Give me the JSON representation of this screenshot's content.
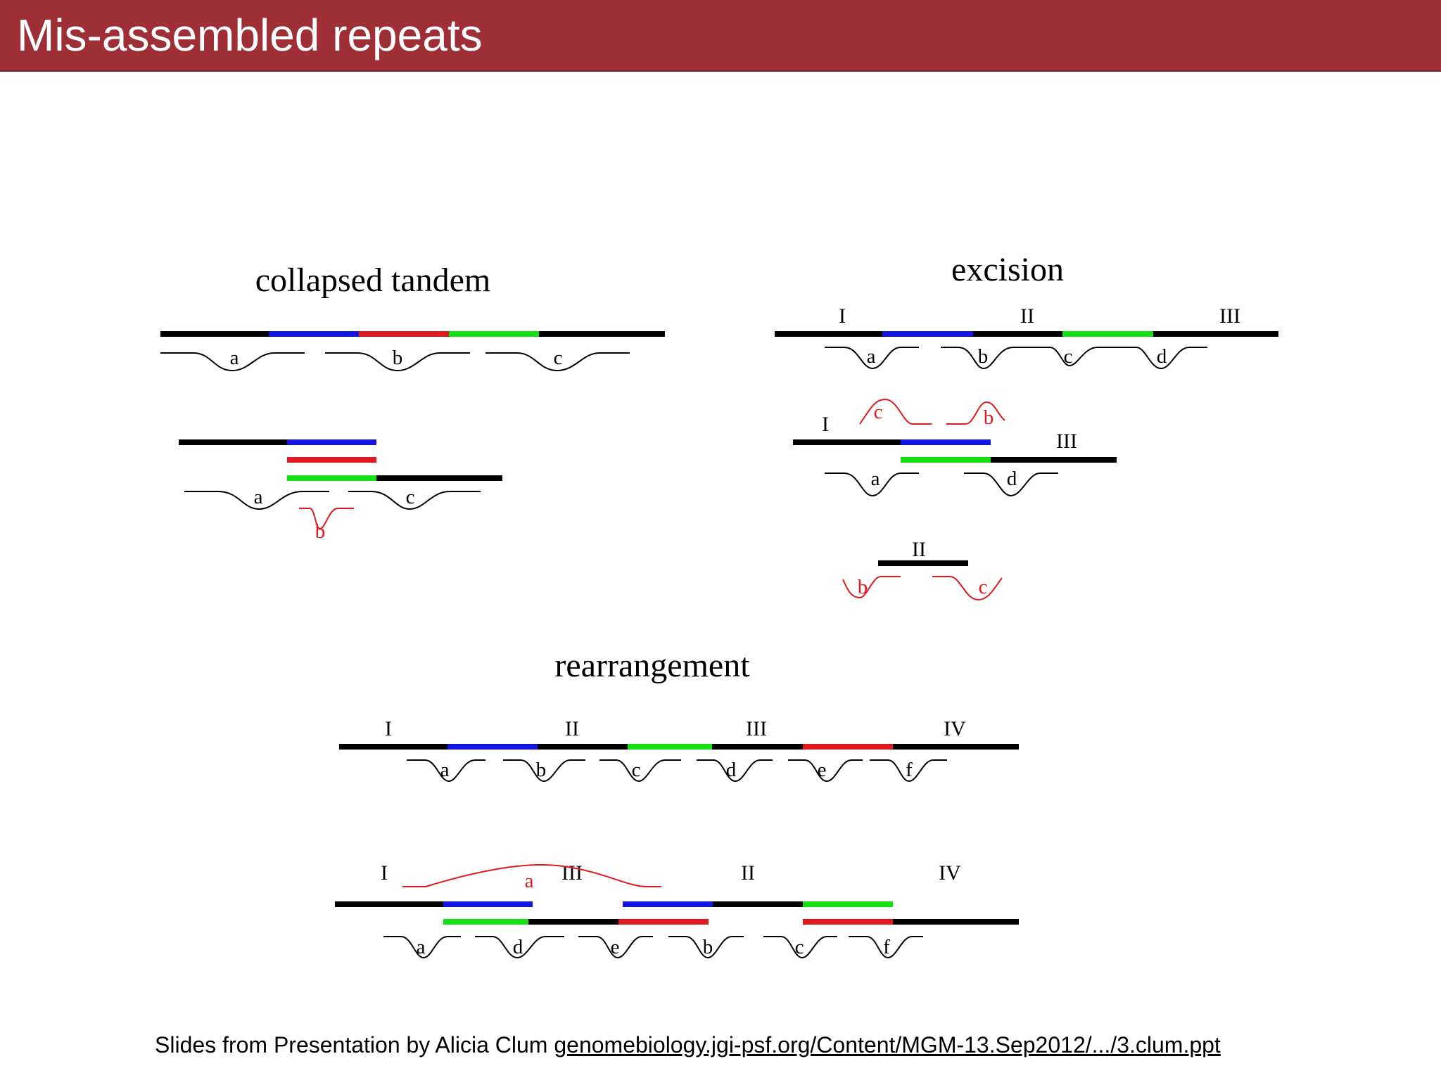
{
  "slide": {
    "title": "Mis-assembled repeats"
  },
  "colors": {
    "title_bar": "#9e2f37",
    "black": "#000000",
    "blue": "#1414e0",
    "red": "#e0191e",
    "green": "#14e014"
  },
  "sections": {
    "collapsed": {
      "title": "collapsed tandem",
      "reads_top": [
        "a",
        "b",
        "c"
      ],
      "reads_bottom": [
        "a",
        "c"
      ],
      "red_read": "b"
    },
    "excision": {
      "title": "excision",
      "regions_top": [
        "I",
        "II",
        "III"
      ],
      "reads_top": [
        "a",
        "b",
        "c",
        "d"
      ],
      "region_mid_left": "I",
      "region_mid_right": "III",
      "red_reads_mid": [
        "c",
        "b"
      ],
      "reads_mid": [
        "a",
        "d"
      ],
      "region_bottom": "II",
      "red_reads_bottom": [
        "b",
        "c"
      ]
    },
    "rearrangement": {
      "title": "rearrangement",
      "regions_top": [
        "I",
        "II",
        "III",
        "IV"
      ],
      "reads_top": [
        "a",
        "b",
        "c",
        "d",
        "e",
        "f"
      ],
      "regions_bottom": [
        "I",
        "III",
        "II",
        "IV"
      ],
      "red_read": "a",
      "reads_bottom": [
        "a",
        "d",
        "e",
        "b",
        "c",
        "f"
      ]
    }
  },
  "caption": {
    "text": "Slides from Presentation by Alicia Clum ",
    "link": "genomebiology.jgi-psf.org/Content/MGM-13.Sep2012/.../3.clum.ppt"
  }
}
